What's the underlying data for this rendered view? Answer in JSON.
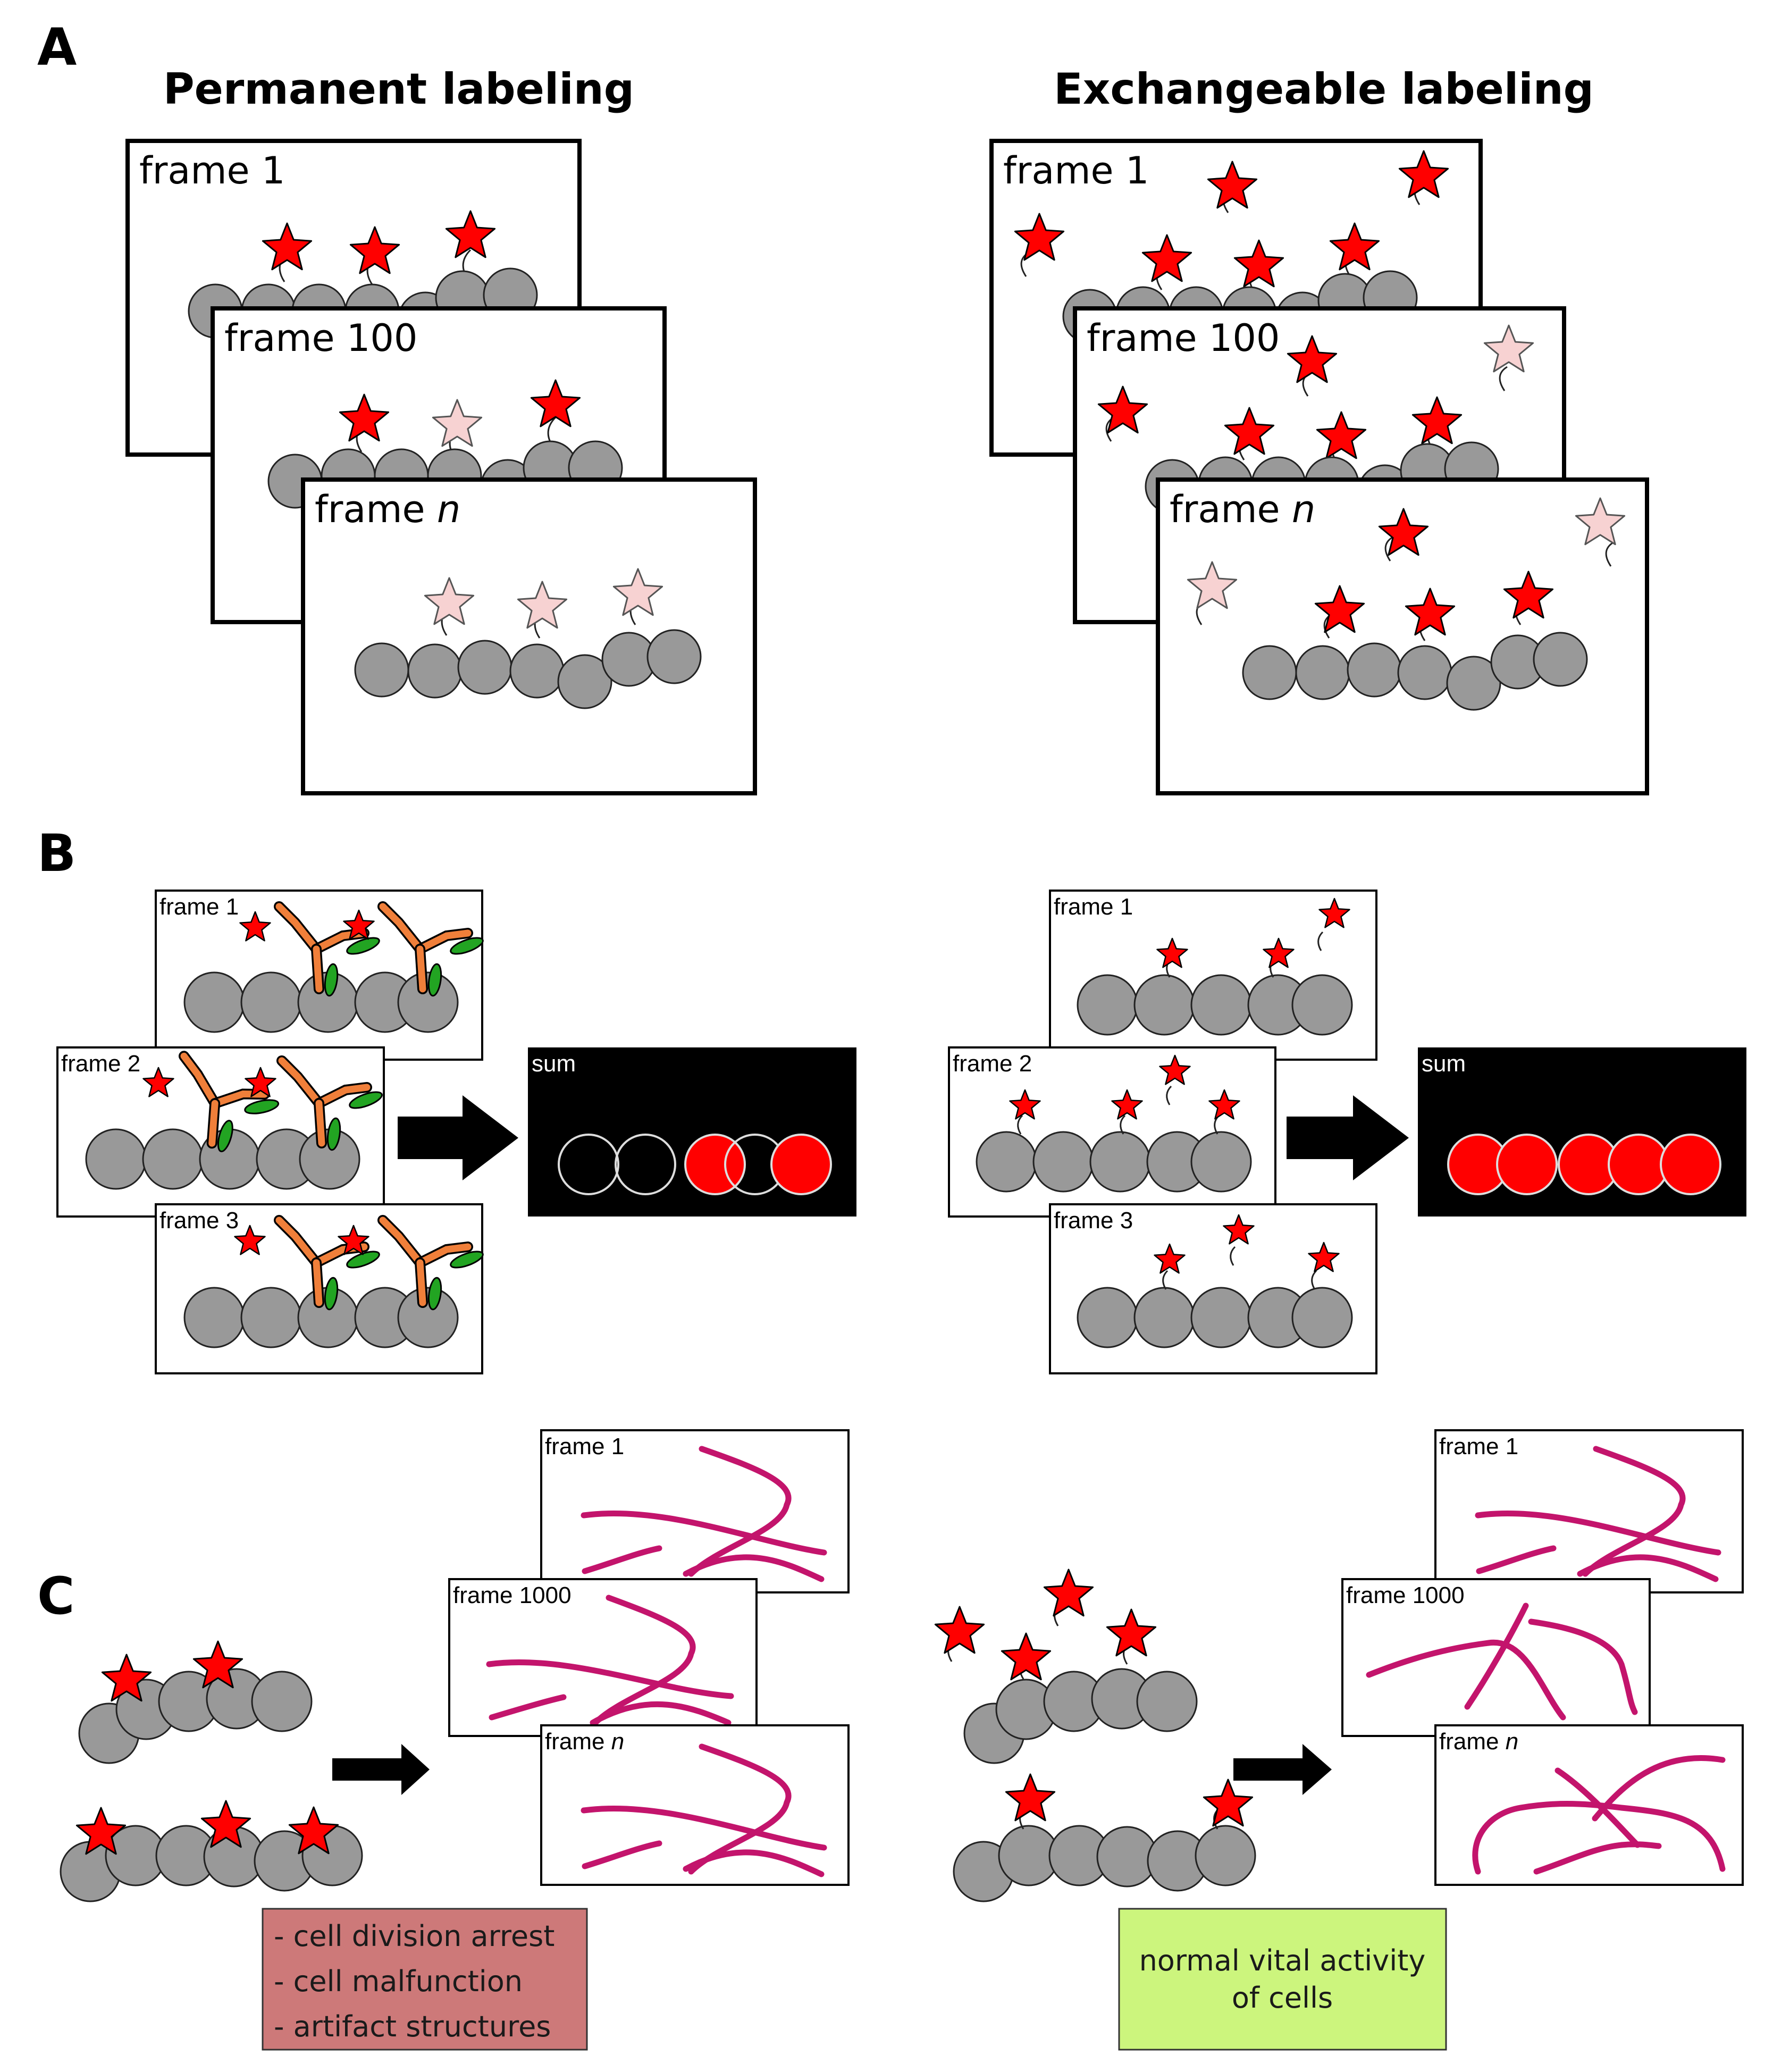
{
  "panels": {
    "a": {
      "letter": "A",
      "left": {
        "heading": "Permanent labeling",
        "frames": [
          {
            "label": "frame 1"
          },
          {
            "label": "frame 100"
          },
          {
            "label": "frame ",
            "italic": "n"
          }
        ]
      },
      "right": {
        "heading": "Exchangeable labeling",
        "frames": [
          {
            "label": "frame 1"
          },
          {
            "label": "frame 100"
          },
          {
            "label": "frame ",
            "italic": "n"
          }
        ]
      }
    },
    "b": {
      "letter": "B",
      "left": {
        "frames": [
          {
            "label": "frame 1"
          },
          {
            "label": "frame 2"
          },
          {
            "label": "frame 3"
          }
        ],
        "sum_label": "sum"
      },
      "right": {
        "frames": [
          {
            "label": "frame 1"
          },
          {
            "label": "frame 2"
          },
          {
            "label": "frame 3"
          }
        ],
        "sum_label": "sum"
      }
    },
    "c": {
      "letter": "C",
      "left": {
        "frames": [
          {
            "label": "frame 1"
          },
          {
            "label": "frame 1000"
          },
          {
            "label": "frame ",
            "italic": "n"
          }
        ],
        "note_lines": [
          "- cell division arrest",
          "- cell malfunction",
          "- artifact structures"
        ]
      },
      "right": {
        "frames": [
          {
            "label": "frame 1"
          },
          {
            "label": "frame 1000"
          },
          {
            "label": "frame ",
            "italic": "n"
          }
        ],
        "note_lines": [
          "normal vital activity",
          "of cells"
        ]
      }
    }
  },
  "colors": {
    "bead": "#999999",
    "bright_star": "#ff0000",
    "bleached_star": "#f7d2d2",
    "antibody": "#f07f3a",
    "nanobody": "#22a422",
    "filament": "#c3146c",
    "sum_background": "#000000",
    "note_red": "#cd7979",
    "note_green": "#ccf57d"
  },
  "icons": [
    "fluorophore-star-icon",
    "antibody-icon",
    "right-arrow-icon"
  ]
}
